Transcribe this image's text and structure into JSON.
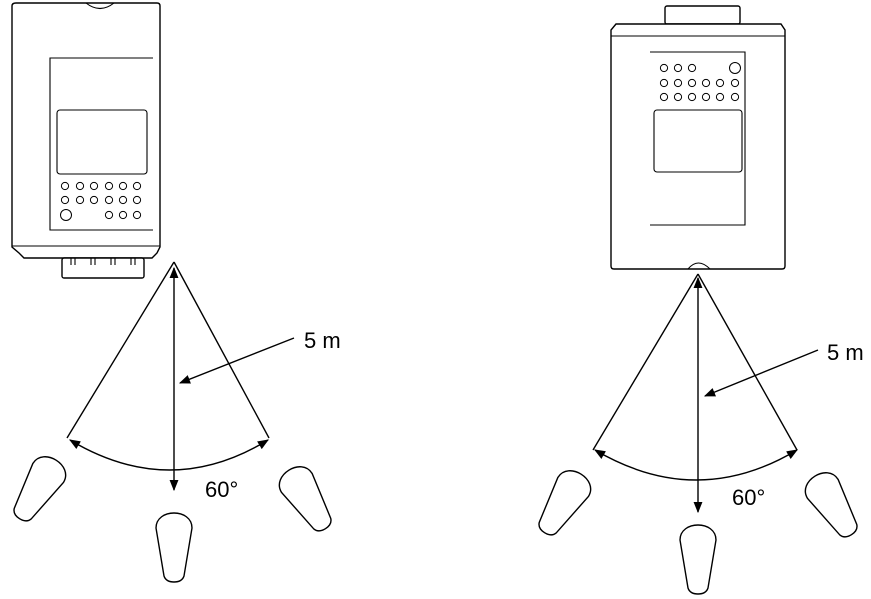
{
  "diagrams": [
    {
      "distance_label": "5 m",
      "angle_label": "60°"
    },
    {
      "distance_label": "5 m",
      "angle_label": "60°"
    }
  ],
  "colors": {
    "line": "#000000",
    "background": "#ffffff"
  }
}
